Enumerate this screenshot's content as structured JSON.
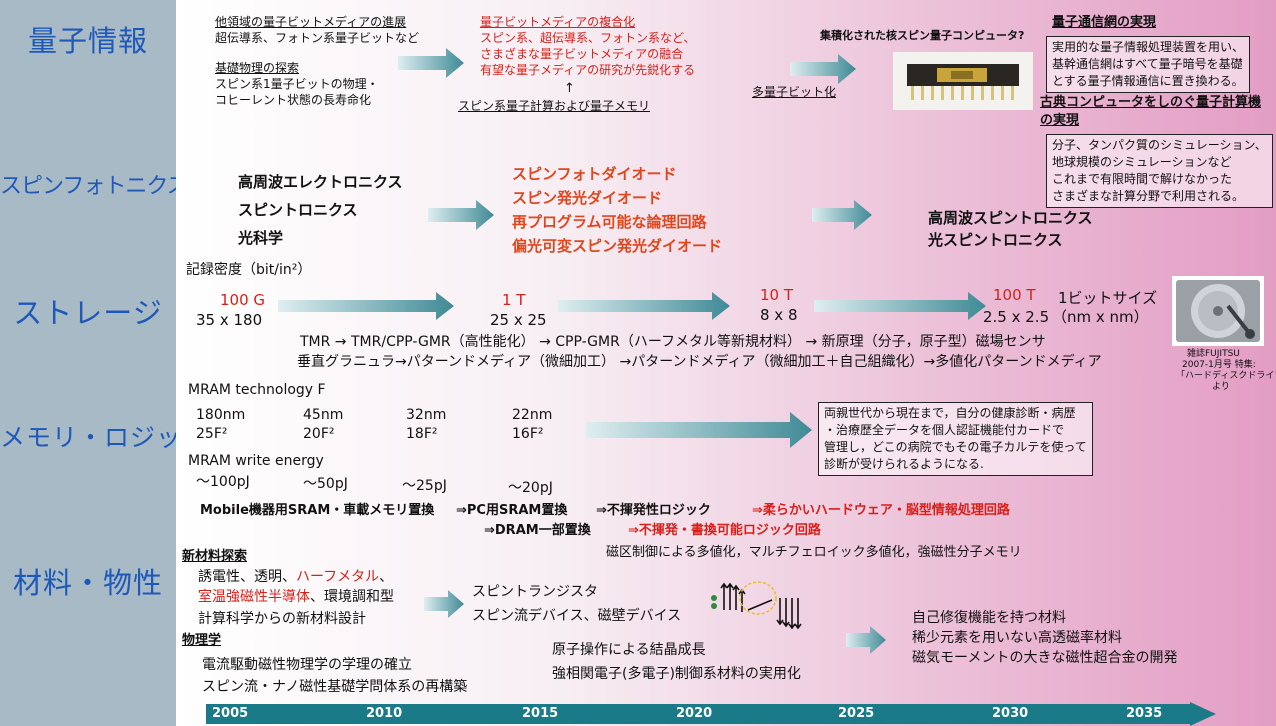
{
  "categories": {
    "quantum": "量子情報",
    "spinphotonics": "スピンフォトニクス",
    "storage": "ストレージ",
    "memory_logic": "メモリ・ロジック",
    "materials": "材料・物性"
  },
  "quantum": {
    "topic1_title": "他領域の量子ビットメディアの進展",
    "topic1_sub": "超伝導系、フォトン系量子ビットなど",
    "topic2_title": "基礎物理の探索",
    "topic2_line1": "スピン系1量子ビットの物理・",
    "topic2_line2": "コヒーレント状態の長寿命化",
    "hybrid_title": "量子ビットメディアの複合化",
    "hybrid_line1": "スピン系、超伝導系、フォトン系など、",
    "hybrid_line2": "さまざまな量子ビットメディアの融合",
    "hybrid_line3": "有望な量子メディアの研究が先鋭化する",
    "spin_qc_memory": "スピン系量子計算および量子メモリ",
    "up_arrow": "↑",
    "multi_qubit": "多量子ビット化",
    "integrated_question": "集積化された核スピン量子コンピュータ?",
    "network_title": "量子通信網の実現",
    "network_box": [
      "実用的な量子情報処理装置を用い、",
      "基幹通信網はすべて量子暗号を基礎",
      "とする量子情報通信に置き換わる。"
    ],
    "beyond_title_1": "古典コンピュータをしのぐ量子計算機",
    "beyond_title_2": "の実現",
    "beyond_box": [
      "分子、タンパク質のシミュレーション、",
      "地球規模のシミュレーションなど",
      "これまで有限時間で解けなかった",
      "さまざまな計算分野で利用される。"
    ]
  },
  "spinphotonics": {
    "items_left": [
      "高周波エレクトロニクス",
      "スピントロニクス",
      "光科学"
    ],
    "items_mid": [
      "スピンフォトダイオード",
      "スピン発光ダイオード",
      "再プログラム可能な論理回路",
      "偏光可変スピン発光ダイオード"
    ],
    "items_right": [
      "高周波スピントロニクス",
      "光スピントロニクス"
    ]
  },
  "storage": {
    "density_label": "記録密度（bit/in²）",
    "stages": [
      {
        "density": "100 G",
        "size": "35 x 180"
      },
      {
        "density": "1 T",
        "size": "25 x 25"
      },
      {
        "density": "10 T",
        "size": "8 x 8"
      },
      {
        "density": "100 T",
        "size": "2.5 x 2.5"
      }
    ],
    "bit_size_label": "1ビットサイズ",
    "bit_size_unit": "（nm x nm）",
    "line1": "TMR → TMR/CPP-GMR（高性能化） → CPP-GMR（ハーフメタル等新規材料） → 新原理（分子，原子型）磁場センサ",
    "line2": "垂直グラニュラ→パターンドメディア（微細加工） →パターンドメディア（微細加工＋自己組織化）→多値化パターンドメディア",
    "credit_1": "雑誌FUJITSU",
    "credit_2": "2007-1月号 特集:",
    "credit_3": "「ハードディスクドライブ」",
    "credit_4": "より"
  },
  "memory_logic": {
    "mram_tech_label": "MRAM technology F",
    "nodes": [
      {
        "nm": "180nm",
        "f": "25F²"
      },
      {
        "nm": "45nm",
        "f": "20F²"
      },
      {
        "nm": "32nm",
        "f": "18F²"
      },
      {
        "nm": "22nm",
        "f": "16F²"
      }
    ],
    "energy_label": "MRAM write energy",
    "energies": [
      "〜100pJ",
      "〜50pJ",
      "〜25pJ",
      "〜20pJ"
    ],
    "health_box": [
      "両親世代から現在まで，自分の健康診断・病歴",
      "・治療歴全データを個人認証機能付カードで",
      "管理し，どこの病院でもその電子カルテを使って",
      "診断が受けられるようになる."
    ],
    "replace_1a": "Mobile機器用SRAM・車載メモリ置換",
    "replace_1b": "⇒PC用SRAM置換",
    "replace_1c": "⇒不揮発性ロジック",
    "replace_1d": "⇒柔らかいハードウェア・脳型情報処理回路",
    "replace_2a": "⇒DRAM一部置換",
    "replace_2b": "⇒不揮発・書換可能ロジック回路",
    "multilevel": "磁区制御による多値化，マルチフェロイック多値化，強磁性分子メモリ"
  },
  "materials": {
    "new_title": "新材料探索",
    "new_line1_a": "誘電性、透明、",
    "new_line1_b": "ハーフメタル",
    "new_line1_c": "、",
    "new_line2_a": "室温強磁性半導体",
    "new_line2_b": "、環境調和型",
    "new_line3": "計算科学からの新材料設計",
    "phys_title": "物理学",
    "phys_line1": "電流駆動磁性物理学の学理の確立",
    "phys_line2": "スピン流・ナノ磁性基礎学問体系の再構築",
    "mid_line1": "スピントランジスタ",
    "mid_line2": "スピン流デバイス、磁壁デバイス",
    "mid_line3": "原子操作による結晶成長",
    "mid_line4": "強相関電子(多電子)制御系材料の実用化",
    "right_items": [
      "自己修復機能を持つ材料",
      "稀少元素を用いない高透磁率材料",
      "磁気モーメントの大きな磁性超合金の開発"
    ]
  },
  "timeline": {
    "years": [
      "2005",
      "2010",
      "2015",
      "2020",
      "2025",
      "2030",
      "2035"
    ]
  },
  "colors": {
    "category_blue": "#1f59b8",
    "highlight_red": "#d8201a",
    "arrow_teal": "#3f8a96",
    "timeline_teal": "#1b7a88",
    "sidebar_gray_blue": "#a8bac6"
  }
}
